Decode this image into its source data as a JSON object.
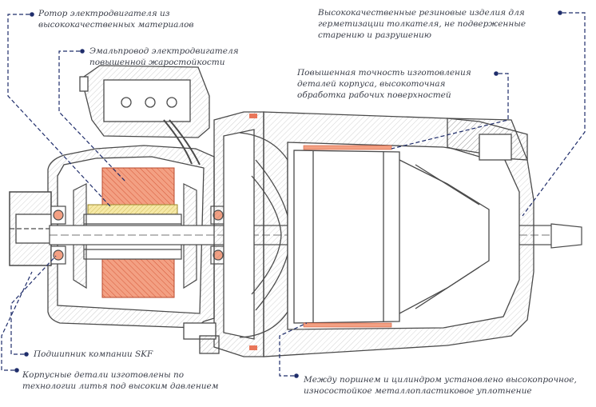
{
  "colors": {
    "line": "#4a4a4a",
    "hatch": "#555555",
    "accent": "#e9765a",
    "leader": "#1f2d6b",
    "text": "#3b3f4a"
  },
  "labels": {
    "rotor": [
      "Ротор электродвигателя из",
      "высококачественных материалов"
    ],
    "enamel": [
      "Эмальпровод электродвигателя",
      "повышенной жаростойкости"
    ],
    "rubber": [
      "Высококачественные резиновые изделия для",
      "герметизации толкателя, не подверженные",
      "старению и разрушению"
    ],
    "precision": [
      "Повышенная точность изготовления",
      "деталей корпуса, высокоточная",
      "обработка рабочих поверхностей"
    ],
    "skf": [
      "Подшипник компании SKF"
    ],
    "casting": [
      "Корпусные детали изготовлены по",
      "технологии литья под высоким давлением"
    ],
    "seal": [
      "Между поршнем и цилиндром установлено высокопрочное,",
      "износостойкое металлопластиковое уплотнение"
    ]
  },
  "icons": [
    "label-marker-icon",
    "bearing-icon",
    "stator-winding-icon",
    "rotor-core-icon"
  ]
}
